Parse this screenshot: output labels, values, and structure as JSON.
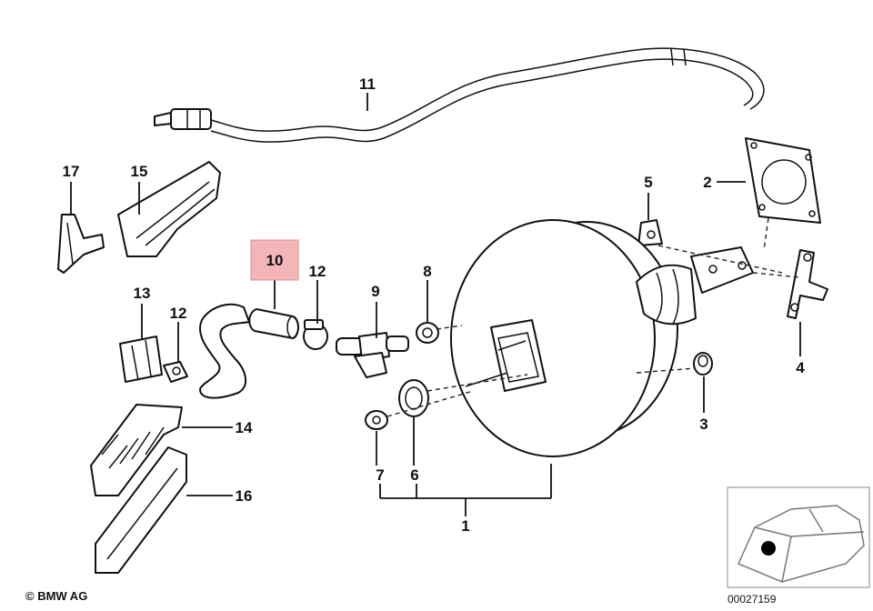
{
  "callouts": {
    "c1": "1",
    "c2": "2",
    "c3": "3",
    "c4": "4",
    "c5": "5",
    "c6": "6",
    "c7": "7",
    "c8": "8",
    "c9": "9",
    "c10": "10",
    "c11": "11",
    "c12a": "12",
    "c12b": "12",
    "c13": "13",
    "c14": "14",
    "c15": "15",
    "c16": "16",
    "c17": "17"
  },
  "highlighted_callout": "10",
  "colors": {
    "highlight": "#f2b6b8",
    "ink": "#111111"
  },
  "footer": {
    "copyright": "© BMW AG",
    "diagram_number": "00027159"
  }
}
